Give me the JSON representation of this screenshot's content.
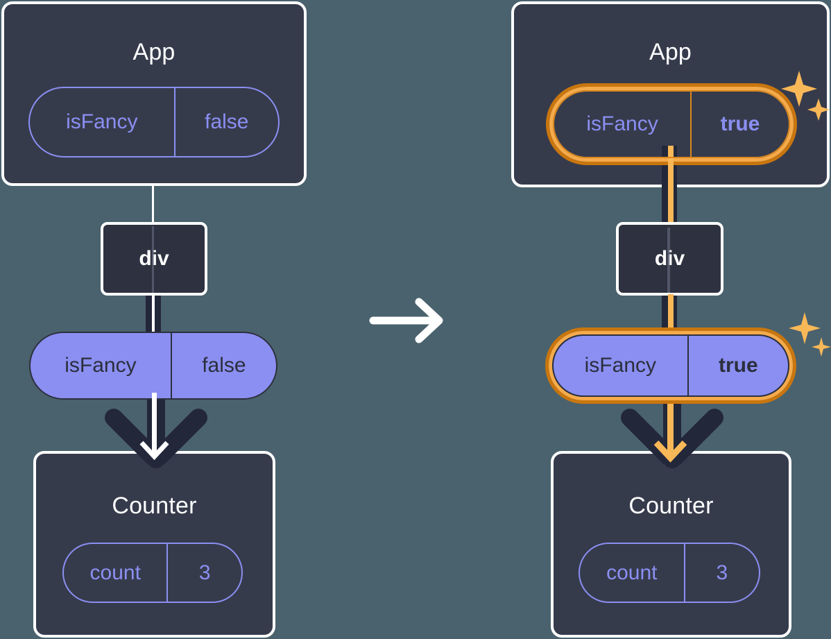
{
  "diagram": {
    "title": "React state propagation: isFancy prop change",
    "background_color": "#4a626d",
    "card_color": "#363b4c",
    "accent_purple": "#8b8ff2",
    "highlight_outer": "#c9760f",
    "highlight_inner": "#f5ab4b",
    "sparkle_color": "#f9b858"
  },
  "left_panel": {
    "app": {
      "title": "App",
      "prop": {
        "key": "isFancy",
        "value": "false",
        "highlighted": false
      }
    },
    "div": {
      "label": "div"
    },
    "prop_pill": {
      "key": "isFancy",
      "value": "false",
      "highlighted": false
    },
    "counter": {
      "title": "Counter",
      "state": {
        "key": "count",
        "value": "3"
      }
    }
  },
  "transition": {
    "icon": "right-arrow-icon"
  },
  "right_panel": {
    "app": {
      "title": "App",
      "prop": {
        "key": "isFancy",
        "value": "true",
        "highlighted": true
      }
    },
    "div": {
      "label": "div"
    },
    "prop_pill": {
      "key": "isFancy",
      "value": "true",
      "highlighted": true
    },
    "counter": {
      "title": "Counter",
      "state": {
        "key": "count",
        "value": "3"
      }
    }
  }
}
